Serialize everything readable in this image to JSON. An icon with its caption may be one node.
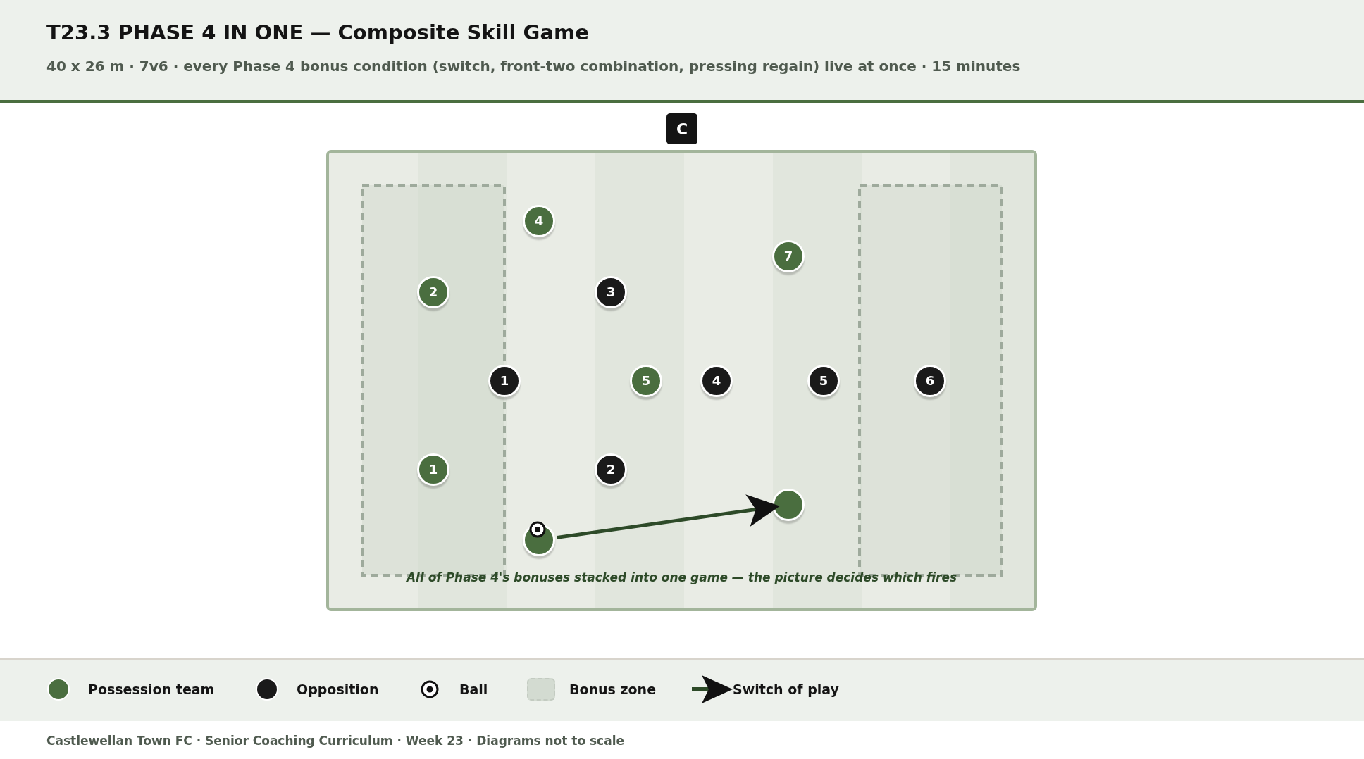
{
  "diagram": {
    "title": "T23.3 PHASE 4 IN ONE — Composite Skill Game",
    "nodes": [
      {
        "text": [
          "C"
        ]
      },
      {
        "text": [
          "4"
        ]
      },
      {
        "text": [
          "7"
        ]
      },
      {
        "text": [
          "2"
        ]
      },
      {
        "text": [
          "3"
        ]
      },
      {
        "text": [
          "1"
        ]
      },
      {
        "text": [
          "5"
        ]
      },
      {
        "text": [
          "4"
        ]
      },
      {
        "text": [
          "5"
        ]
      },
      {
        "text": [
          "6"
        ]
      },
      {
        "text": [
          "1"
        ]
      },
      {
        "text": [
          "2"
        ]
      },
      {
        "text": [],
        "shape": "circle"
      },
      {
        "text": [],
        "shape": "circle"
      }
    ],
    "edges": [
      {
        "from": 13,
        "to": 12,
        "arrow": "to"
      }
    ],
    "labels": [
      "40 x 26 m · 7v6 · every Phase 4 bonus condition (switch, front-two combination, pressing regain) live at once · 15 minutes",
      "All of Phase 4's bonuses stacked into one game — the picture decides which fires",
      "Castlewellan Town FC · Senior Coaching Curriculum · Week 23 · Diagrams not to scale"
    ],
    "legend": [
      {
        "text": "Possession team",
        "color": "#4a6e3f"
      },
      {
        "text": "Opposition",
        "color": "#1a1a1a"
      },
      {
        "text": "Ball"
      },
      {
        "text": "Bonus zone",
        "color": "#d3dbd1"
      },
      {
        "text": "Switch of play"
      }
    ]
  }
}
